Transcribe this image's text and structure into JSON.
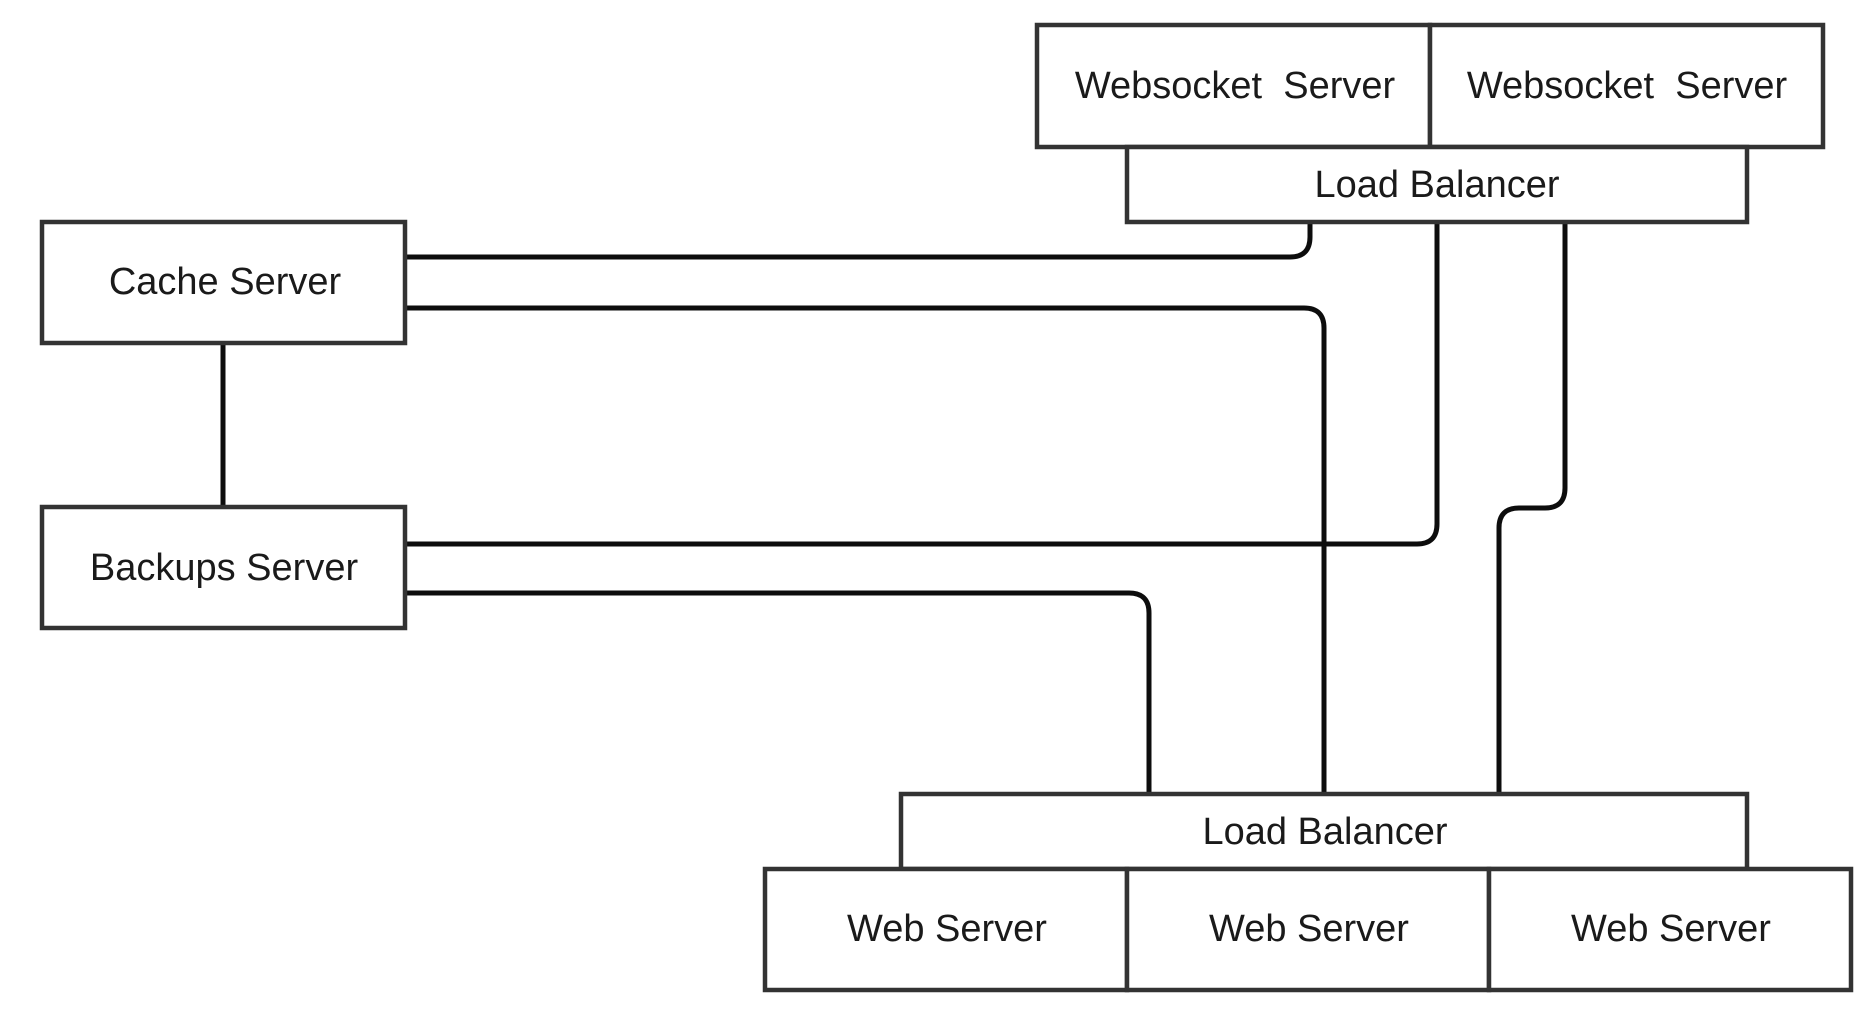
{
  "nodes": {
    "websocket_server_1": "Websocket  Server",
    "websocket_server_2": "Websocket  Server",
    "load_balancer_top": "Load Balancer",
    "cache_server": "Cache Server",
    "backups_server": "Backups Server",
    "load_balancer_bottom": "Load Balancer",
    "web_server_1": "Web Server",
    "web_server_2": "Web Server",
    "web_server_3": "Web Server"
  },
  "connections": [
    {
      "from": "cache_server",
      "to": "load_balancer_top"
    },
    {
      "from": "cache_server",
      "to": "load_balancer_bottom"
    },
    {
      "from": "cache_server",
      "to": "backups_server"
    },
    {
      "from": "backups_server",
      "to": "load_balancer_top"
    },
    {
      "from": "backups_server",
      "to": "load_balancer_bottom"
    },
    {
      "from": "load_balancer_top",
      "to": "load_balancer_bottom"
    }
  ],
  "colors": {
    "box_stroke": "#333333",
    "connector": "#0d0d0d",
    "text": "#1a1a1a",
    "background": "#ffffff"
  }
}
